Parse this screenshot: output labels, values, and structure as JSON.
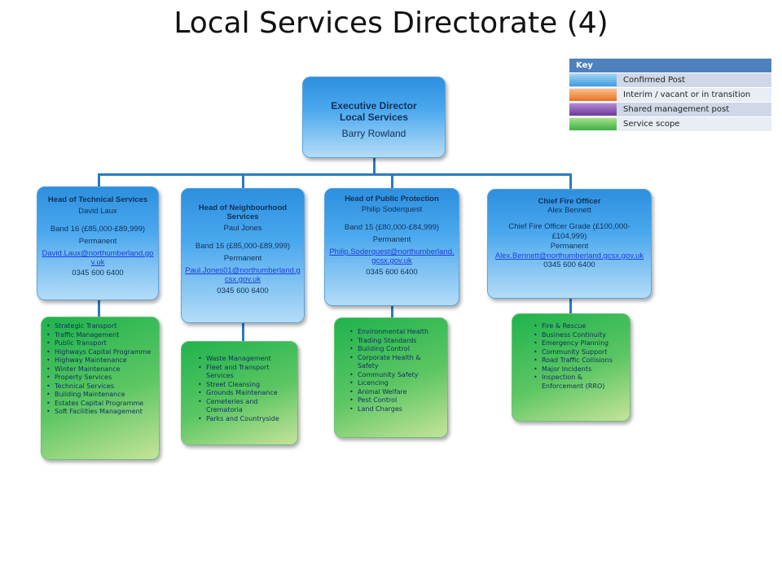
{
  "title": "Local Services Directorate (4)",
  "key": {
    "heading": "Key",
    "items": [
      {
        "label": "Confirmed Post",
        "color": "#3f9be0"
      },
      {
        "label": "Interim / vacant or in transition",
        "color": "#e8731f"
      },
      {
        "label": "Shared management post",
        "color": "#6a3a9a"
      },
      {
        "label": "Service scope",
        "color": "#3cb043"
      }
    ]
  },
  "executive": {
    "title_line1": "Executive Director",
    "title_line2": "Local Services",
    "name": "Barry Rowland"
  },
  "heads": [
    {
      "title": "Head of Technical Services",
      "name": "David Laux",
      "band": "Band 16 (£85,000-£89,999)",
      "status": "Permanent",
      "email": "David.Laux@northumberland.gov.uk",
      "phone": "0345 600 6400",
      "services": [
        "Strategic Transport",
        "Traffic Management",
        "Public Transport",
        "Highways Capital Programme",
        "Highway Maintenance",
        "Winter Maintenance",
        "Property Services",
        "Technical Services",
        "Building Maintenance",
        "Estates Capital Programme",
        "Soft Facilities Management"
      ]
    },
    {
      "title": "Head of Neighbourhood Services",
      "name": "Paul Jones",
      "band": "Band 16 (£85,000-£89,999)",
      "status": "Permanent",
      "email": "Paul.Jones01@northumberland.gcsx.gov.uk",
      "phone": "0345 600 6400",
      "services": [
        "Waste Management",
        "Fleet and Transport Services",
        "Street Cleansing",
        "Grounds Maintenance",
        "Cemeteries and Crematoria",
        "Parks and Countryside"
      ]
    },
    {
      "title": "Head of Public Protection",
      "name": "Philip Soderquest",
      "band": "Band 15 (£80,000-£84,999)",
      "status": "Permanent",
      "email": "Philip.Soderquest@northumberland.gcsx.gov.uk",
      "phone": "0345 600 6400",
      "services": [
        "Environmental Health",
        "Trading Standards",
        "Building Control",
        "Corporate Health & Safety",
        "Community Safety",
        "Licencing",
        "Animal Welfare",
        "Pest Control",
        "Land Charges"
      ]
    },
    {
      "title": "Chief Fire Officer",
      "name": "Alex Bennett",
      "band": "Chief Fire Officer Grade (£100,000-£104,999)",
      "status": "Permanent",
      "email": "Alex.Bennett@northumberland.gcsx.gov.uk",
      "phone": "0345 600 6400",
      "services": [
        "Fire & Rescue",
        "Business Continuity",
        "Emergency Planning",
        "Community Support",
        "Road Traffic Collisions",
        "Major Incidents",
        "Inspection & Enforcement (RRO)"
      ]
    }
  ]
}
